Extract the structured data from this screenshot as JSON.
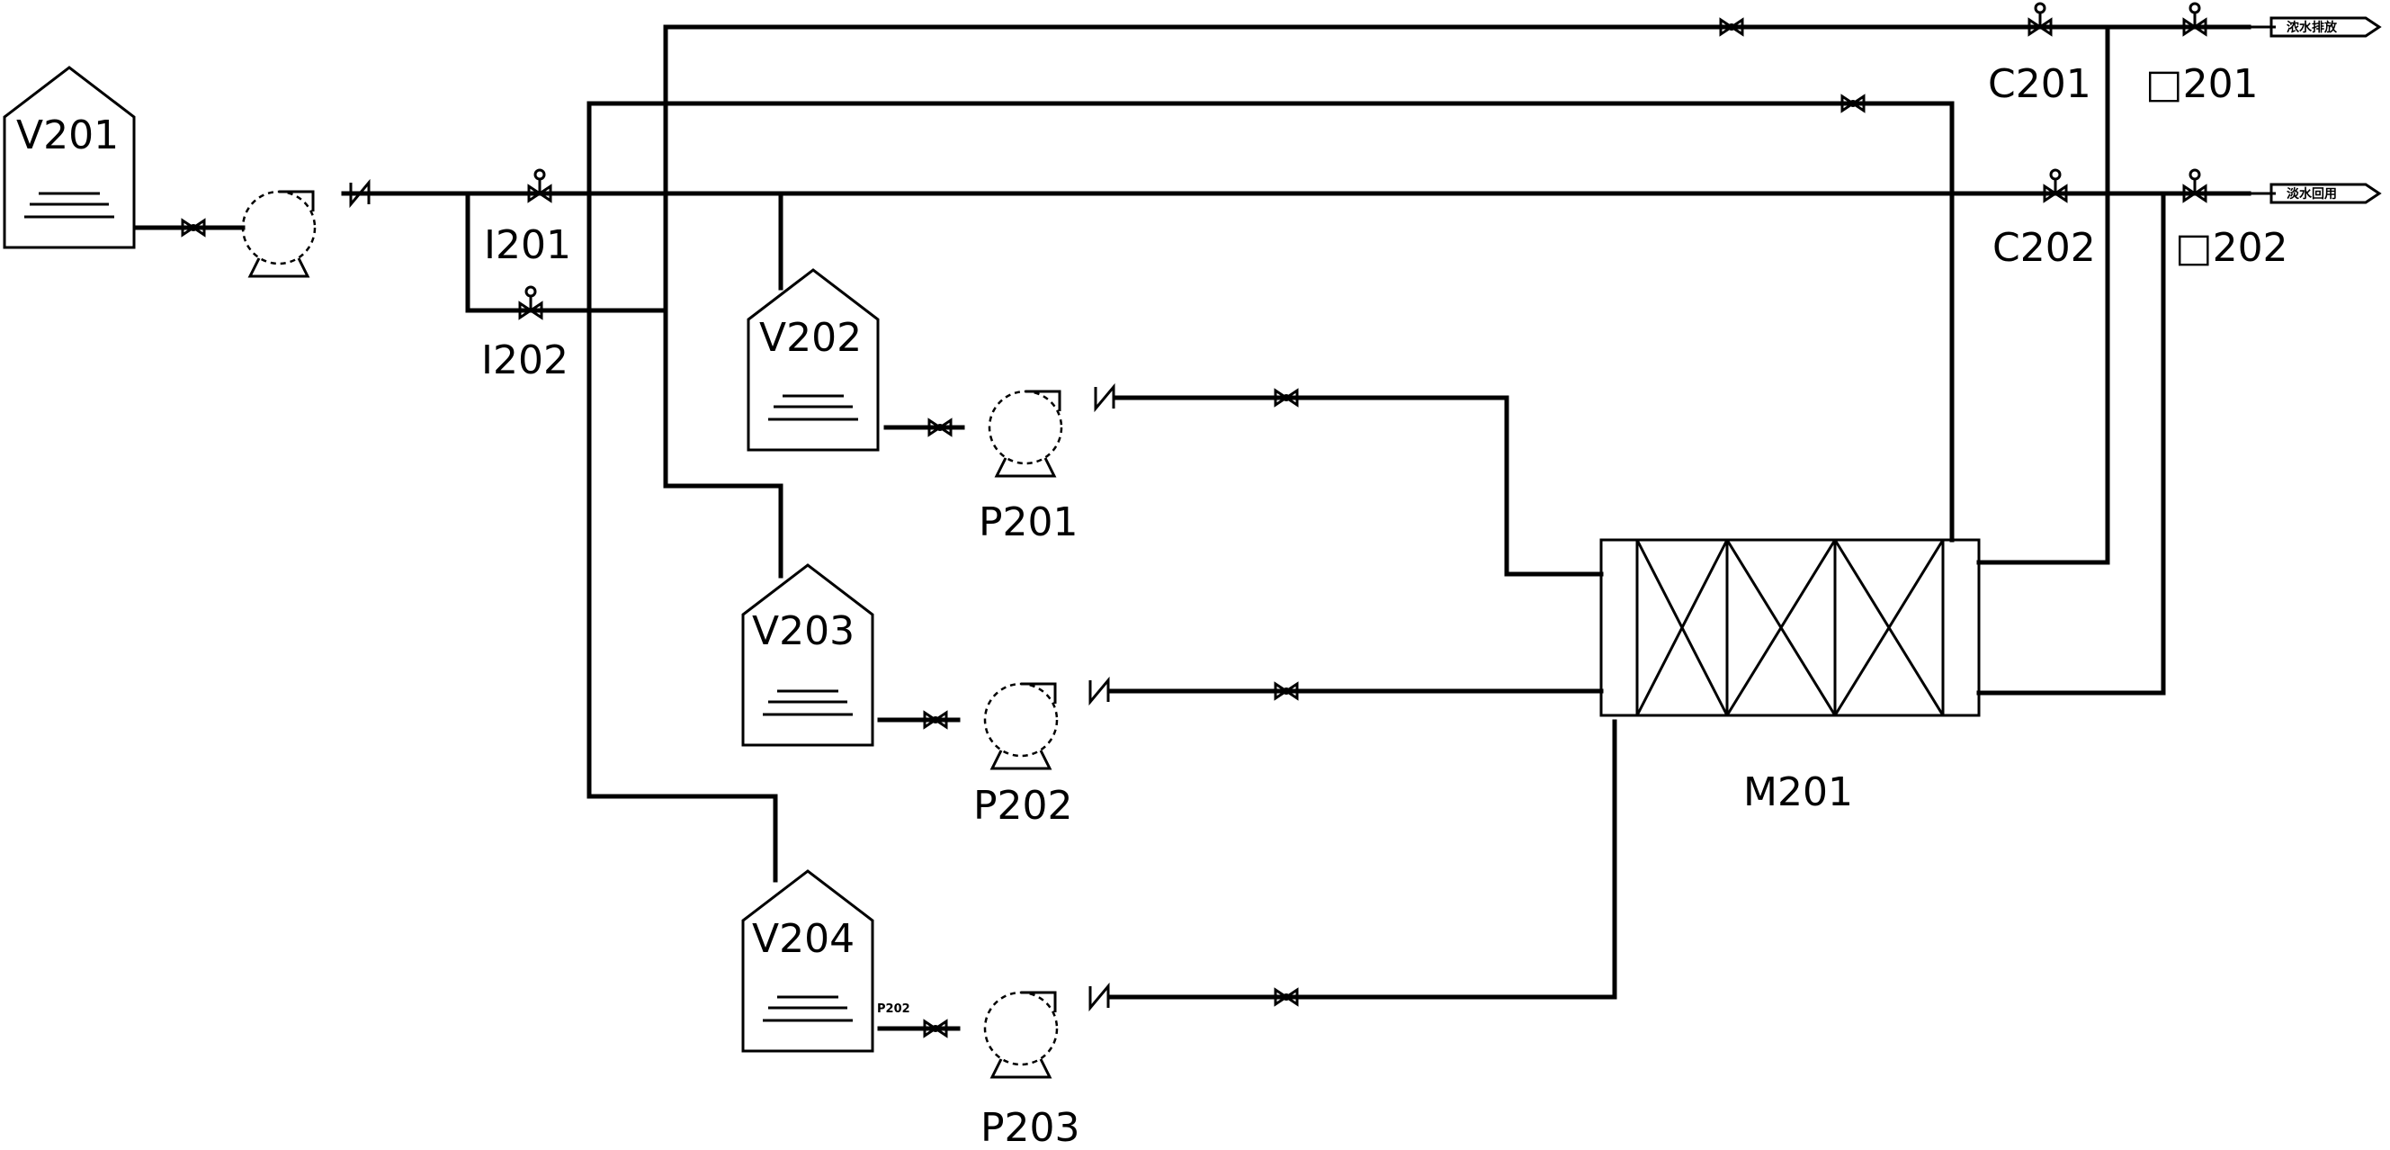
{
  "tanks": {
    "v201": "V201",
    "v202": "V202",
    "v203": "V203",
    "v204": "V204"
  },
  "pumps": {
    "p201": "P201",
    "p202": "P202",
    "p203": "P203",
    "p203_side_tag": "P202"
  },
  "module": {
    "m201": "M201"
  },
  "valves": {
    "i201": "I201",
    "i202": "I202",
    "c201": "C201",
    "c202": "C202",
    "x201": "□201",
    "x202": "□202"
  },
  "outlets": {
    "top": "浓水排放",
    "middle": "淡水回用"
  },
  "colors": {
    "line": "#000000",
    "background": "#ffffff"
  }
}
